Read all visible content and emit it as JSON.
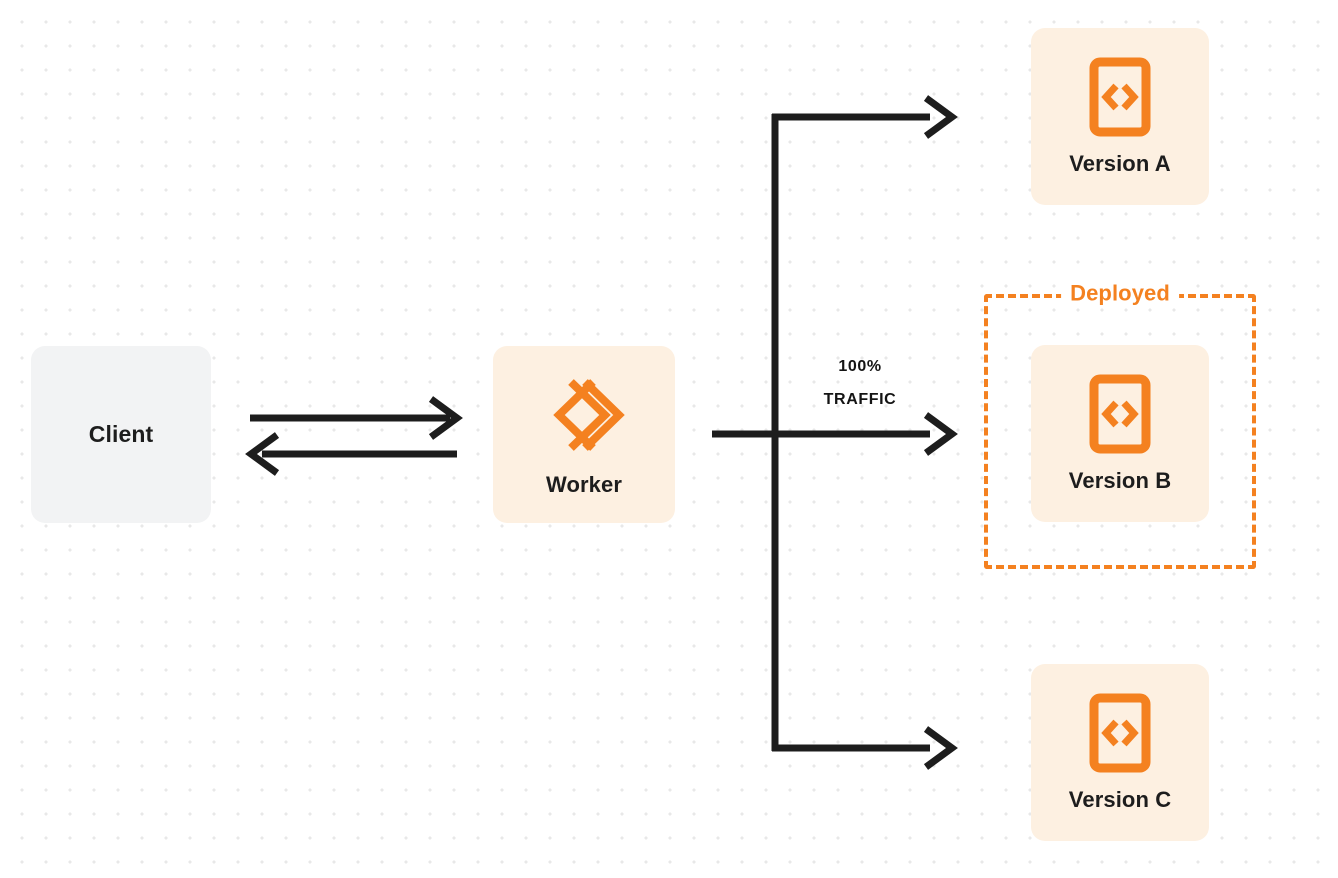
{
  "diagram": {
    "title": "Worker version traffic routing",
    "background": {
      "color": "#ffffff",
      "dot_color": "#e8e8e8",
      "dot_spacing": 24
    },
    "colors": {
      "orange": "#f48120",
      "orange_fill": "#fdf0e1",
      "gray_fill": "#f2f3f4",
      "text": "#1d1d1d",
      "line": "#1d1d1d"
    }
  },
  "nodes": {
    "client": {
      "label": "Client",
      "icon": "none"
    },
    "worker": {
      "label": "Worker",
      "icon": "cloudflare-workers-icon"
    },
    "versions": [
      {
        "label": "Version A",
        "icon": "code-brackets-icon"
      },
      {
        "label": "Version B",
        "icon": "code-brackets-icon"
      },
      {
        "label": "Version C",
        "icon": "code-brackets-icon"
      }
    ]
  },
  "group": {
    "deployed_label": "Deployed"
  },
  "edges": {
    "traffic": {
      "percent": "100%",
      "word": "TRAFFIC"
    },
    "client_to_worker": "request",
    "worker_to_client": "response"
  }
}
